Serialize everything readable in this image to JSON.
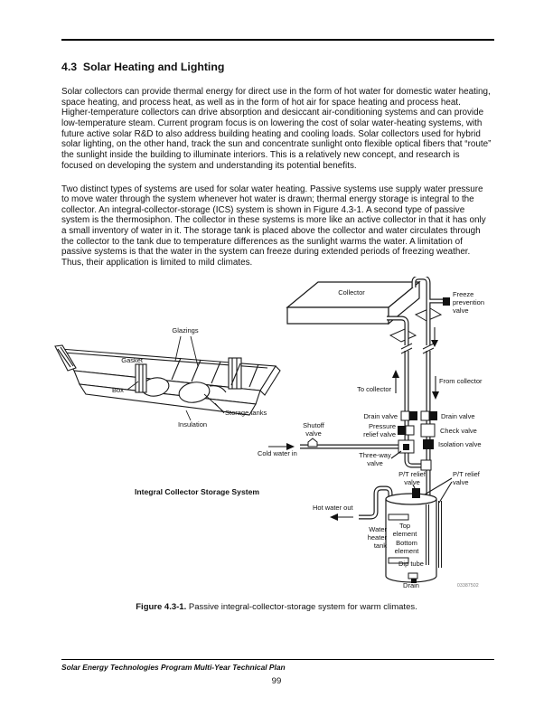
{
  "colors": {
    "ink": "#111111",
    "paper": "#ffffff"
  },
  "document": {
    "section_heading": "4.3  Solar Heating and Lighting",
    "paragraph1_lines": [
      "Solar collectors can provide thermal energy for direct use in the form of hot water for domestic water heating,",
      "space heating, and process heat, as well as in the form of hot air for space heating and process heat.",
      "Higher-temperature collectors can drive absorption and desiccant air-conditioning systems and can provide",
      "low-temperature steam. Current program focus is on lowering the cost of solar water-heating systems, with",
      "future active solar R&D to also address building heating and cooling loads. Solar collectors used for hybrid",
      "solar lighting, on the other hand, track the sun and concentrate sunlight onto flexible optical fibers that “route”",
      "the sunlight inside the building to illuminate interiors. This is a relatively new concept, and research is",
      "focused on developing the system and understanding its potential benefits."
    ],
    "paragraph2_lines": [
      "Two distinct types of systems are used for solar water heating. Passive systems use supply water pressure",
      "to move water through the system whenever hot water is drawn; thermal energy storage is integral to the",
      "collector. An integral-collector-storage (ICS) system is shown in Figure 4.3-1. A second type of passive",
      "system is the thermosiphon. The collector in these systems is more like an active collector in that it has only",
      "a small inventory of water in it. The storage tank is placed above the collector and water circulates through",
      "the collector to the tank due to temperature differences as the sunlight warms the water. A limitation of",
      "passive systems is that the water in the system can freeze during extended periods of freezing weather.",
      "Thus, their application is limited to mild climates."
    ]
  },
  "figure": {
    "ics_drawing": {
      "glazings": "Glazings",
      "gasket": "Gasket",
      "box": "Box",
      "insulation": "Insulation",
      "storage_tanks": "Storage tanks",
      "title": "Integral Collector Storage System"
    },
    "schematic": {
      "collector": "Collector",
      "freeze_prevention_valve": "Freeze\nprevention\nvalve",
      "to_collector": "To collector",
      "from_collector": "From collector",
      "drain_valve_left": "Drain valve",
      "drain_valve_right": "Drain valve",
      "pressure_relief_valve": "Pressure\nrelief valve",
      "check_valve": "Check valve",
      "isolation_valve": "Isolation valve",
      "shutoff_valve": "Shutoff\nvalve",
      "cold_water_in": "Cold water in",
      "three_way_valve": "Three-way\nvalve",
      "pt_relief_valve_tank": "P/T relief\nvalve",
      "pt_relief_valve_right": "P/T relief\nvalve",
      "hot_water_out": "Hot water out",
      "water_heater_tank": "Water\nheater\ntank",
      "top_element": "Top\nelement",
      "bottom_element": "Bottom\nelement",
      "dip_tube": "Dip tube",
      "drain": "Drain",
      "figure_id": "03387502"
    },
    "caption_label": "Figure 4.3-1.",
    "caption_text": "Passive integral-collector-storage system for warm climates."
  },
  "footer": {
    "document_title": "Solar Energy Technologies Program Multi-Year Technical Plan",
    "page_number": "99"
  }
}
